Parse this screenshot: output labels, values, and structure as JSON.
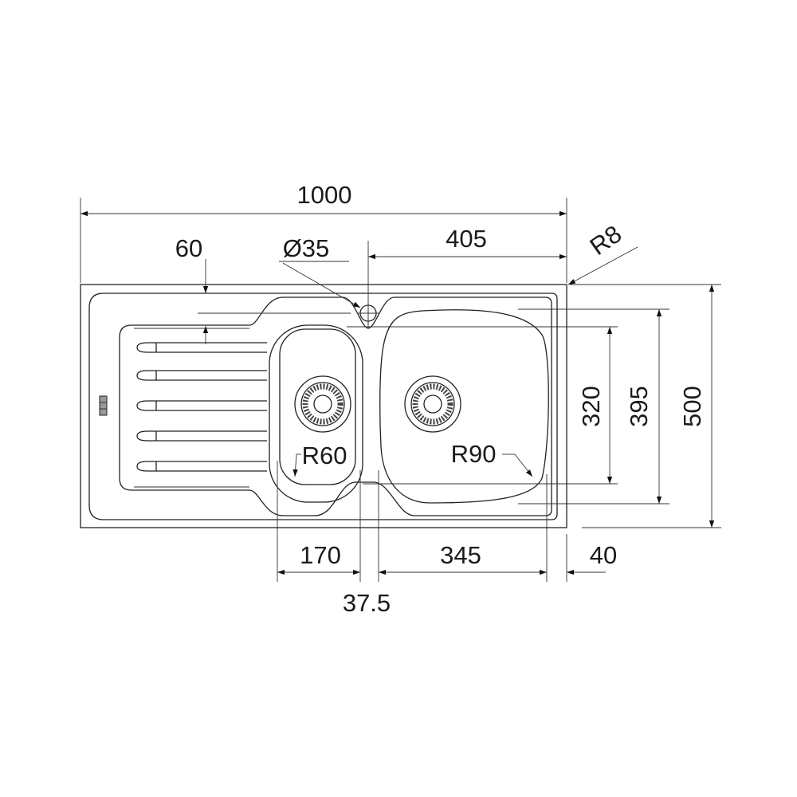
{
  "dimensions": {
    "overall_length": "1000",
    "tap_to_right": "405",
    "tap_hole": "Ø35",
    "drainer_depth": "60",
    "corner_radius": "R8",
    "overall_width": "500",
    "large_bowl_outer": "395",
    "bowl_depth": "320",
    "small_bowl_width": "170",
    "large_bowl_width": "345",
    "right_margin": "40",
    "bowl_gap": "37.5",
    "small_bowl_radius": "R60",
    "large_bowl_radius": "R90"
  },
  "colors": {
    "line": "#222222",
    "background": "#ffffff"
  }
}
